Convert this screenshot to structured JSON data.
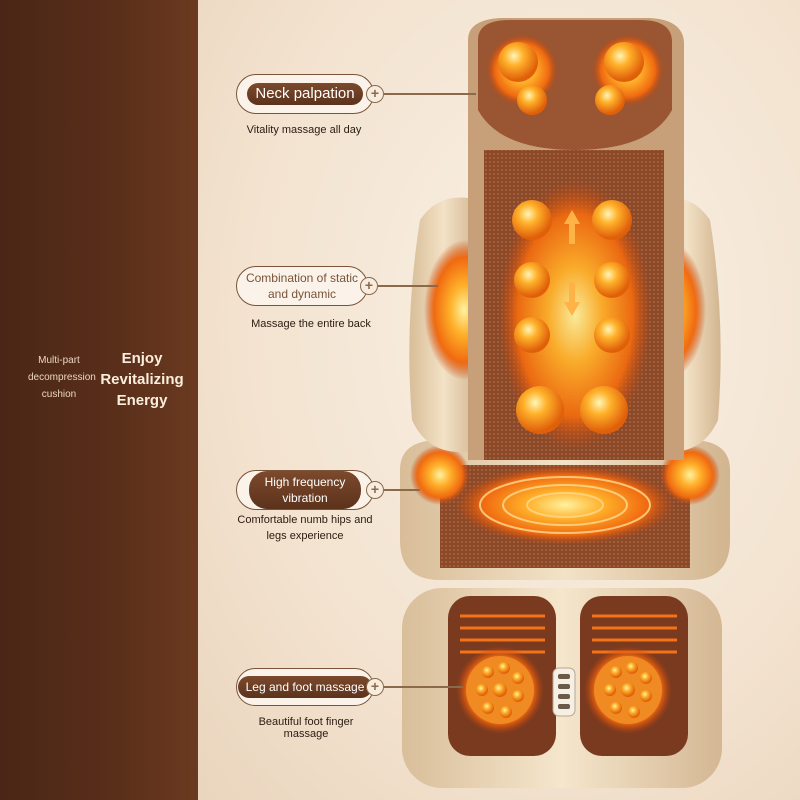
{
  "left_panel": {
    "caption_small": "Multi-part decompression cushion",
    "caption_big": "Enjoy Revitalizing Energy"
  },
  "callouts": [
    {
      "title": "Neck palpation",
      "subtitle": "Vitality massage all day"
    },
    {
      "title": "Combination of static and dynamic",
      "subtitle": "Massage the entire back"
    },
    {
      "title": "High frequency vibration",
      "subtitle": "Comfortable numb hips and legs experience"
    },
    {
      "title": "Leg and foot massage",
      "subtitle": "Beautiful foot finger massage"
    }
  ],
  "colors": {
    "panel": "#5a2f1a",
    "background": "#f4e6d6",
    "cushion": "#e9d3b3",
    "heat": "#ff8a1a",
    "mesh": "#8a4a2a"
  },
  "icons": [
    "plus-icon",
    "arrow-icon"
  ]
}
